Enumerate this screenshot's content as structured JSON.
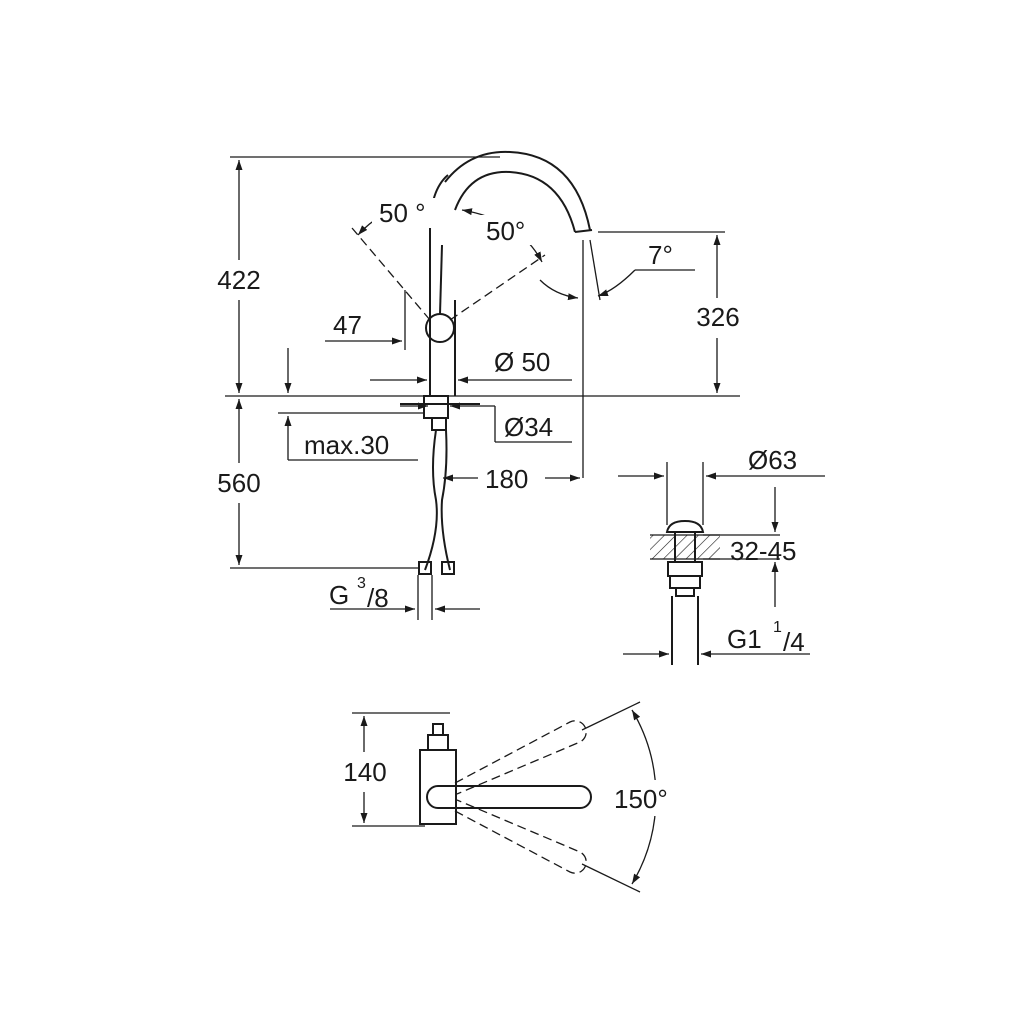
{
  "dimensions": {
    "total_height": "422",
    "spout_height": "326",
    "below_deck": "560",
    "handle_angle_left": "50 °",
    "handle_angle_right": "50°",
    "spout_tilt": "7°",
    "handle_offset": "47",
    "body_diameter": "Ø 50",
    "hole_diameter": "Ø34",
    "max_deck_thickness": "max.30",
    "spout_reach": "180",
    "hose_thread_main": "G",
    "hose_thread_sup": "3",
    "hose_thread_sub": "/8",
    "waste_diameter": "Ø63",
    "waste_range": "32-45",
    "waste_thread_main": "G1",
    "waste_thread_sup": "1",
    "waste_thread_sub": "/4",
    "top_view_depth": "140",
    "swivel_angle": "150°"
  },
  "colors": {
    "line": "#1a1a1a",
    "background": "#ffffff"
  }
}
